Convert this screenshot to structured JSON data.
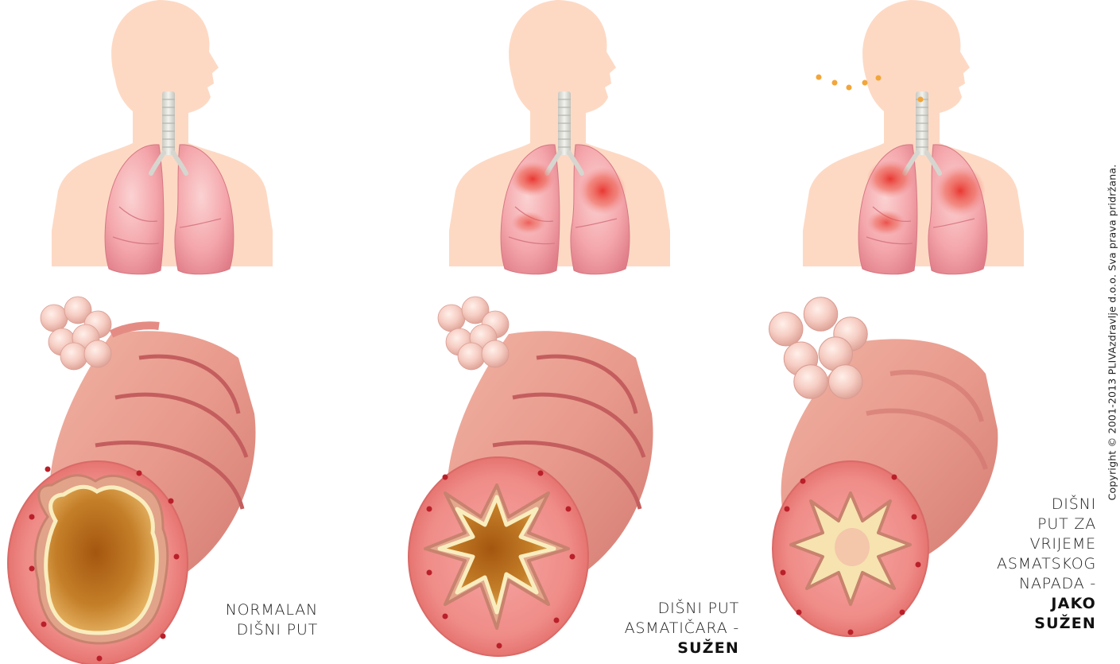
{
  "copyright": "Copyright © 2001-2013 PLIVAzdravlje d.o.o. Sva prava pridržana.",
  "panels": [
    {
      "id": "normal",
      "caption_lines": [
        "NORMALAN",
        "DIŠNI PUT"
      ],
      "caption_bold": ""
    },
    {
      "id": "asthmatic",
      "caption_lines": [
        "DIŠNI PUT",
        "ASMATIČARA -"
      ],
      "caption_bold": "SUŽEN"
    },
    {
      "id": "attack",
      "caption_lines": [
        "DIŠNI",
        "PUT ZA",
        "VRIJEME",
        "ASMATSKOG",
        "NAPADA -"
      ],
      "caption_bold": "JAKO SUŽEN"
    }
  ],
  "colors": {
    "body": "#fddcc6",
    "lung": "#f4a0a6",
    "lung_inflamed": "#e8342c",
    "airway": "#e38f86",
    "airway_ring": "#c86464",
    "lumen": "#b46a1c",
    "mucus": "#fff3c4",
    "allergen": "#f2a63a"
  }
}
